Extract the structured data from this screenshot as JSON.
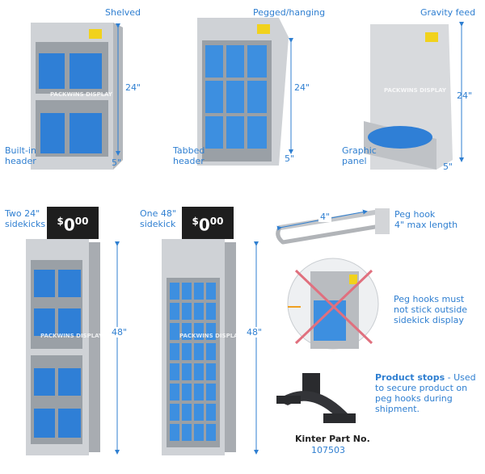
{
  "top_row": {
    "shelved": {
      "title": "Shelved",
      "height": "24\"",
      "depth": "5\"",
      "note": "Built-in\nheader"
    },
    "pegged": {
      "title": "Pegged/hanging",
      "height": "24\"",
      "depth": "5\"",
      "note": "Tabbed\nheader"
    },
    "gravity": {
      "title": "Gravity feed",
      "height": "24\"",
      "depth": "5\"",
      "note": "Graphic\npanel"
    }
  },
  "bottom_row": {
    "two_sidekicks": {
      "label": "Two 24\"\nsidekicks",
      "sign_currency": "$",
      "sign_value": "0",
      "sign_cents": "00",
      "height": "48\""
    },
    "one_sidekick": {
      "label": "One 48\"\nsidekick",
      "sign_currency": "$",
      "sign_value": "0",
      "sign_cents": "00",
      "height": "48\""
    }
  },
  "peg_hook": {
    "length": "4\"",
    "label": "Peg hook\n 4\" max length"
  },
  "warning": {
    "text": "Peg hooks must\nnot stick outside\nsidekick display"
  },
  "product_stops": {
    "title": "Product stops",
    "text": " - Used to secure product on peg hooks during shipment.",
    "part_label": "Kinter Part No.",
    "part_number": "107503"
  },
  "watermark": "PACKWINS DISPLAY",
  "colors": {
    "accent": "#2f7fd1",
    "product": "#2f7fd6",
    "cross": "#e0707e"
  }
}
